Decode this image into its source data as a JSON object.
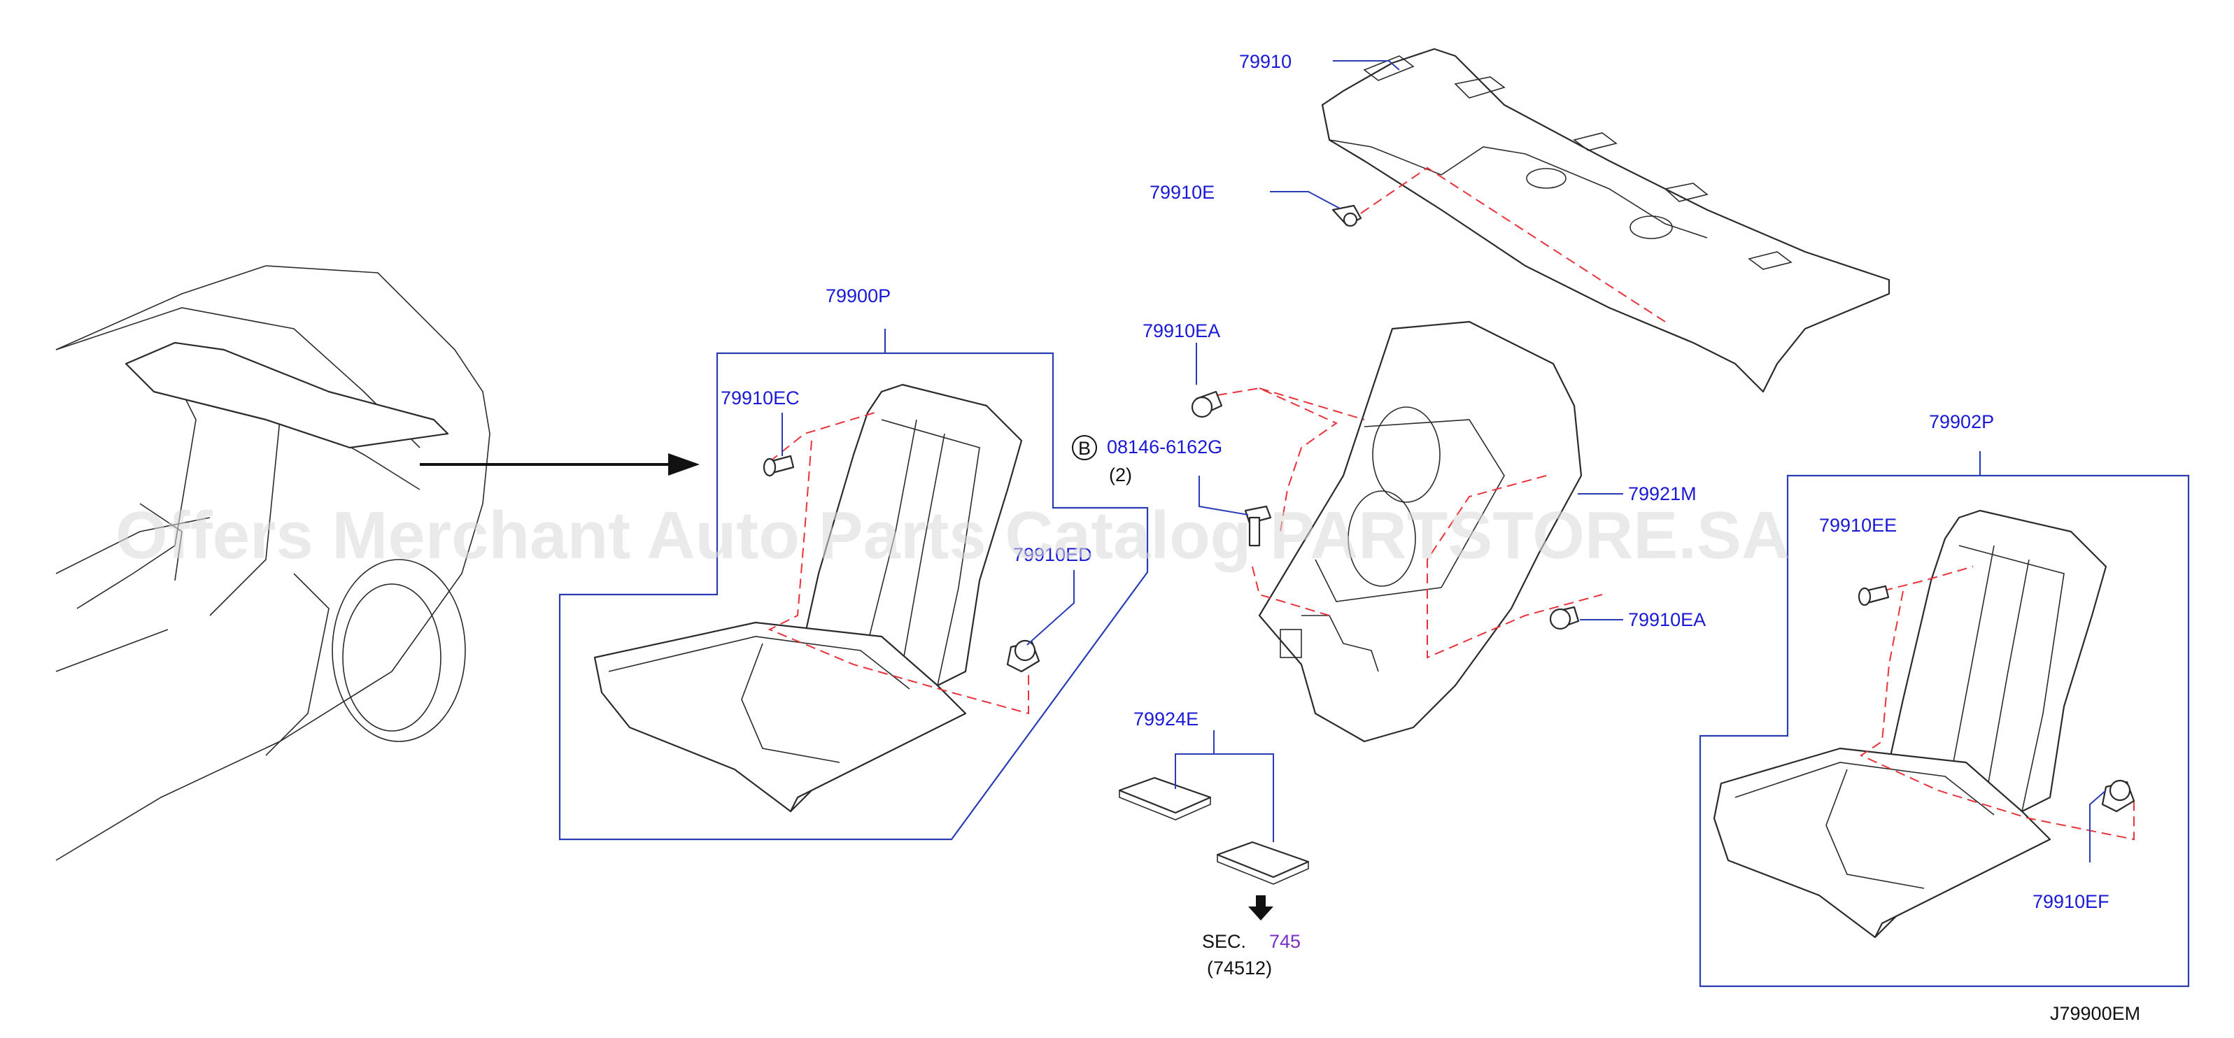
{
  "labels": {
    "p79910": "79910",
    "p79910E": "79910E",
    "p79900P": "79900P",
    "p79910EA_top": "79910EA",
    "p79910EC": "79910EC",
    "bolt_marker": "B",
    "bolt_number": "08146-6162G",
    "bolt_qty": "(2)",
    "p79910ED": "79910ED",
    "p79921M": "79921M",
    "p79910EA_right": "79910EA",
    "p79902P": "79902P",
    "p79910EE": "79910EE",
    "p79924E": "79924E",
    "p79910EF": "79910EF",
    "sec_prefix": "SEC.",
    "sec_number": "745",
    "sec_sub": "(74512)",
    "diagram_code": "J79900EM"
  },
  "watermark": "Offers Merchant Auto Parts Catalog PARTSTORE.SA",
  "colors": {
    "part_number": "#1a1ad6",
    "callout_frame": "#2a3db3",
    "fastener_dash": "#e8333a",
    "section_link": "#7a2fc9"
  }
}
